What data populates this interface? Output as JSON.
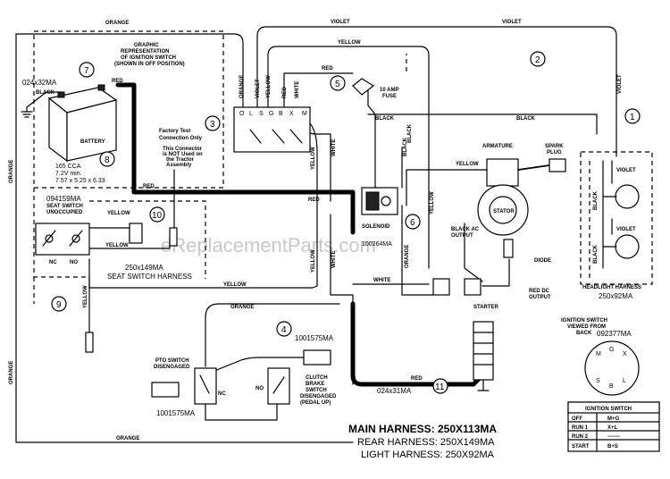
{
  "watermark": "eReplacementParts.com",
  "wire_labels": {
    "orange_top": "ORANGE",
    "violet_top": "VIOLET",
    "violet_right": "VIOLET",
    "violet_vert": "VIOLET",
    "yellow_top": "YELLOW",
    "red_top": "RED",
    "black_top": "BLACK",
    "black_right": "BLACK",
    "orange_left1": "ORANGE",
    "orange_left2": "ORANGE",
    "red_left": "RED",
    "red_mid": "RED",
    "yellow_seat1": "YELLOW",
    "yellow_seat2": "YELLOW",
    "yellow_mid": "YELLOW",
    "yellow_vert_left": "YELLOW",
    "yellow_vert2": "YELLOW",
    "white_vert": "WHITE",
    "white_vert2": "WHITE",
    "white_mid": "WHITE",
    "black_vert": "BLACK",
    "yellow_vert3": "YELLOW",
    "orange_vert": "ORANGE",
    "orange_mid": "ORANGE",
    "orange_bottom": "ORANGE",
    "yellow_vert_seat": "YELLOW",
    "red_bottom": "RED",
    "yellow_arm": "YELLOW",
    "black_vert_right": "BLACK"
  },
  "switch_terminals": [
    "O",
    "L",
    "S",
    "G",
    "B",
    "X",
    "M"
  ],
  "switch_wire_labels": [
    "ORANGE",
    "VIOLET",
    "YELLOW",
    "WHITE",
    "RED"
  ],
  "annotations": {
    "graphic_rep": [
      "GRAPHIC",
      "REPRESENTATION",
      "OF IGNITION SWITCH",
      "(SHOWN IN OFF POSITION)"
    ],
    "factory_test": [
      "Factory Test",
      "Connection Only"
    ],
    "connector_note": [
      "This Connector",
      "is NOT Used on",
      "the Tractor",
      "Assembly"
    ],
    "fuse": [
      "10 AMP",
      "FUSE"
    ],
    "armature": "ARMATURE",
    "spark_plug": [
      "SPARK",
      "PLUG"
    ],
    "stator": "STATOR",
    "black_ac": [
      "BLACK AC",
      "OUTPUT"
    ],
    "diode": "DIODE",
    "red_dc": [
      "RED DC",
      "OUTPUT"
    ],
    "starter": "STARTER",
    "solenoid": "SOLENOID",
    "seat_switch": [
      "SEAT SWITCH",
      "UNOCCUPIED"
    ],
    "nc": "NC",
    "no": "NO",
    "pto_switch": [
      "PTO SWITCH",
      "DISENGAGED"
    ],
    "clutch_switch": [
      "CLUTCH",
      "BRAKE",
      "SWITCH",
      "DISENGAGED",
      "(PEDAL UP)"
    ],
    "ignition_view": [
      "IGNITION SWITCH",
      "VIEWED FROM",
      "BACK"
    ],
    "battery": "BATTERY",
    "black": "BLACK",
    "red": "RED",
    "battery_spec": [
      "165 CCA",
      "7.2V min.",
      "7.57 x 5.25 x 6.33"
    ]
  },
  "parts": {
    "battery_part": "024x32MA",
    "seat_switch_part": "094159MA",
    "seat_harness": [
      "250x149MA",
      "SEAT SWITCH HARNESS"
    ],
    "solenoid_part": "100264MA",
    "headlight": [
      "HEADLIGHT HARNESS",
      "250x92MA"
    ],
    "ignition_part": "092377MA",
    "pto_part": "1001575MA",
    "clutch_part": "1001575MA",
    "cable_part": "024x31MA"
  },
  "callouts": [
    "1",
    "2",
    "3",
    "4",
    "5",
    "6",
    "7",
    "8",
    "9",
    "10",
    "11"
  ],
  "ignition_table": {
    "title": "IGNITION SWITCH",
    "rows": [
      [
        "OFF",
        "M+G"
      ],
      [
        "RUN 1",
        "X+L"
      ],
      [
        "RUN 2",
        "-------"
      ],
      [
        "START",
        "B+S"
      ]
    ]
  },
  "ignition_pins": [
    "M",
    "G",
    "X",
    "S",
    "B",
    "L"
  ],
  "headlight_labels": {
    "violet1": "VIOLET",
    "violet2": "VIOLET",
    "black1": "BLACK",
    "black2": "BLACK"
  },
  "harness_titles": {
    "main": "MAIN HARNESS: 250X113MA",
    "rear": "REAR HARNESS: 250X149MA",
    "light": "LIGHT HARNESS: 250X92MA"
  }
}
